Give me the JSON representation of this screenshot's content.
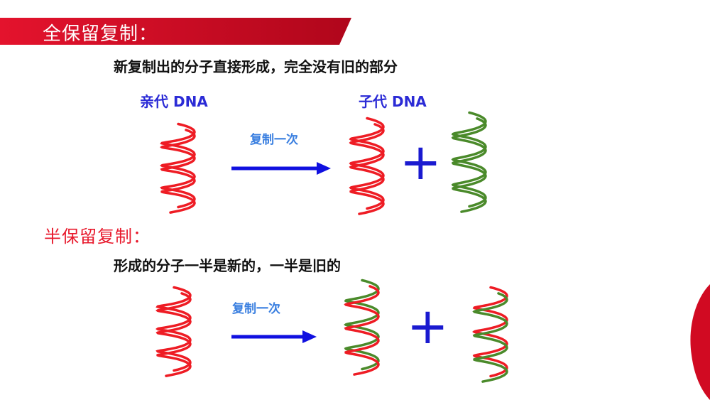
{
  "banner": {
    "title": "全保留复制："
  },
  "conservative": {
    "description": "新复制出的分子直接形成，完全没有旧的部分",
    "parent_label": "亲代 DNA",
    "child_label": "子代 DNA",
    "arrow_label": "复制一次",
    "plus_symbol": "+"
  },
  "semiconservative": {
    "title": "半保留复制：",
    "description": "形成的分子一半是新的，一半是旧的",
    "arrow_label": "复制一次",
    "plus_symbol": "+"
  },
  "colors": {
    "old_strand": "#ee1c24",
    "new_strand": "#4a8a2a",
    "arrow": "#1010e0",
    "banner": "#d10a22",
    "label_blue": "#2b2bd6"
  }
}
